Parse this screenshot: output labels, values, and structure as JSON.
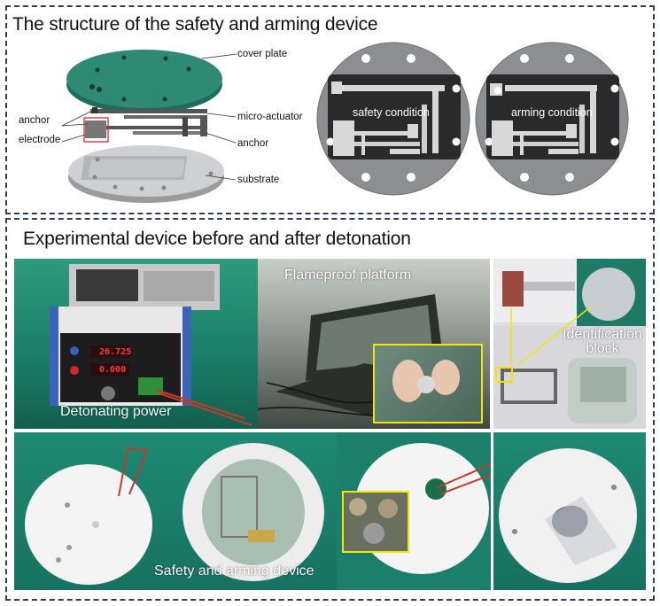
{
  "top_panel": {
    "title": "The structure of the safety and arming device",
    "exploded_view": {
      "labels": {
        "cover_plate": "cover plate",
        "anchor_left": "anchor",
        "electrode": "electrode",
        "micro_actuator": "micro-actuator",
        "anchor_right": "anchor",
        "substrate": "substrate"
      }
    },
    "conditions": {
      "safety": "safety condition",
      "arming": "arming condition"
    }
  },
  "bottom_panel": {
    "title": "Experimental device before and after detonation",
    "photos": {
      "detonating_power": "Detonating power",
      "display_reading_1": "26.725",
      "display_reading_2": "0.000",
      "flameproof_platform": "Flameproof platform",
      "identification_block": "Identification block",
      "safety_and_arming_device": "Safety and arming device"
    }
  },
  "colors": {
    "panel_border": "#2d3e5c",
    "inset_border": "#f2e600",
    "cover_plate": "#2e8a74",
    "disc_gray": "#8d8e92",
    "chip_dark": "#2a2a2a",
    "background_teal": "#1b7f6b"
  }
}
